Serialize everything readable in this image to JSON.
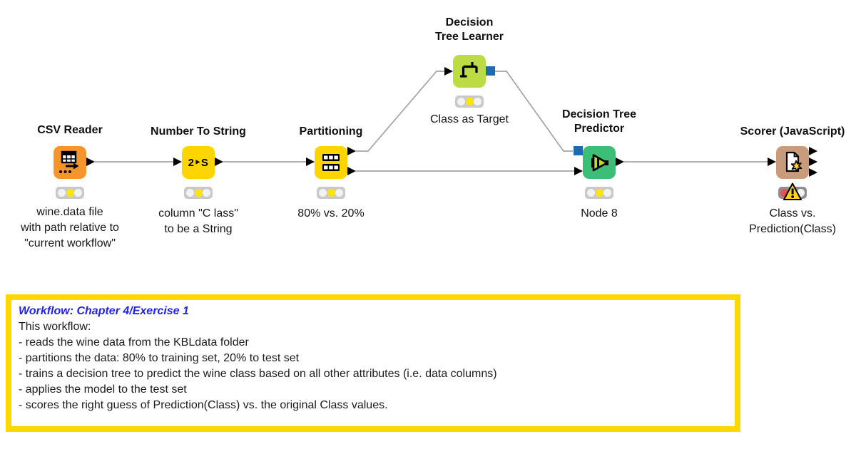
{
  "app": "knime-workflow-editor",
  "colors": {
    "node_source_orange": "#F7952D",
    "node_manipulator_yellow": "#FFD501",
    "node_learner_chartreuse": "#BCDB45",
    "node_predictor_green": "#3CBE76",
    "node_scorer_tan": "#C89B7D",
    "model_port_blue": "#1D6BAE",
    "connection_gray": "#A3A3A3",
    "traffic_light_bg": "#C9C9C9",
    "traffic_light_bg_error": "#8F8F8F",
    "status_yellow": "#FFE600",
    "status_red": "#E85052",
    "warning_yellow": "#FFD21E",
    "annotation_border": "#FFD800",
    "annotation_title_blue": "#2222EE"
  },
  "nodes": [
    {
      "title": "CSV Reader",
      "comment": "wine.data file\nwith path relative to\n\"current workflow\"",
      "icon": "table-read-icon",
      "status": "configured"
    },
    {
      "title": "Number To String",
      "comment": "column \"C lass\"\nto be a String",
      "icon": "number-to-string-icon",
      "icon_text": "2‣S",
      "status": "configured"
    },
    {
      "title": "Partitioning",
      "comment": "80% vs. 20%",
      "icon": "split-table-icon",
      "status": "configured"
    },
    {
      "title": "Decision\nTree Learner",
      "comment": "Class as Target",
      "icon": "decision-tree-icon",
      "status": "configured"
    },
    {
      "title": "Decision Tree\nPredictor",
      "comment": "Node 8",
      "icon": "predictor-arrow-icon",
      "status": "configured"
    },
    {
      "title": "Scorer (JavaScript)",
      "comment": "Class vs.\nPrediction(Class)",
      "icon": "document-star-icon",
      "status": "error",
      "warning": true
    }
  ],
  "annotation": {
    "title": "Workflow: Chapter 4/Exercise 1",
    "body": "This workflow:\n- reads the wine data from the KBLdata folder\n- partitions the data: 80% to training set, 20% to test set\n- trains a decision tree to predict the wine class based on all other attributes (i.e. data columns)\n- applies the model to the test set\n- scores the right guess of Prediction(Class) vs. the original Class values."
  }
}
